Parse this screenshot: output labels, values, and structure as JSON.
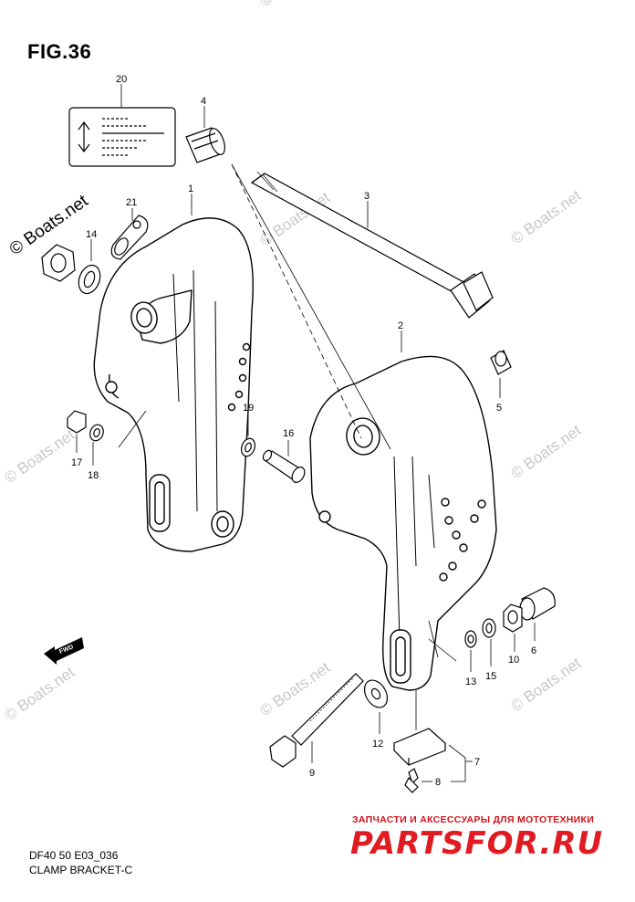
{
  "figure": {
    "title": "FIG.36"
  },
  "footer": {
    "model": "DF40 50 E03_036",
    "group": "CLAMP BRACKET-C"
  },
  "watermark": {
    "text": "© Boats.net"
  },
  "banner": {
    "top_text": "ЗАПЧАСТИ И АКСЕССУАРЫ ДЛЯ МОТОТЕХНИКИ",
    "logo_text": "PARTSFOR.RU"
  },
  "fwd": {
    "label": "FWD"
  },
  "callouts": [
    "1",
    "2",
    "3",
    "4",
    "5",
    "6",
    "7",
    "8",
    "9",
    "10",
    "12",
    "13",
    "14",
    "15",
    "16",
    "17",
    "18",
    "19",
    "20",
    "21"
  ]
}
